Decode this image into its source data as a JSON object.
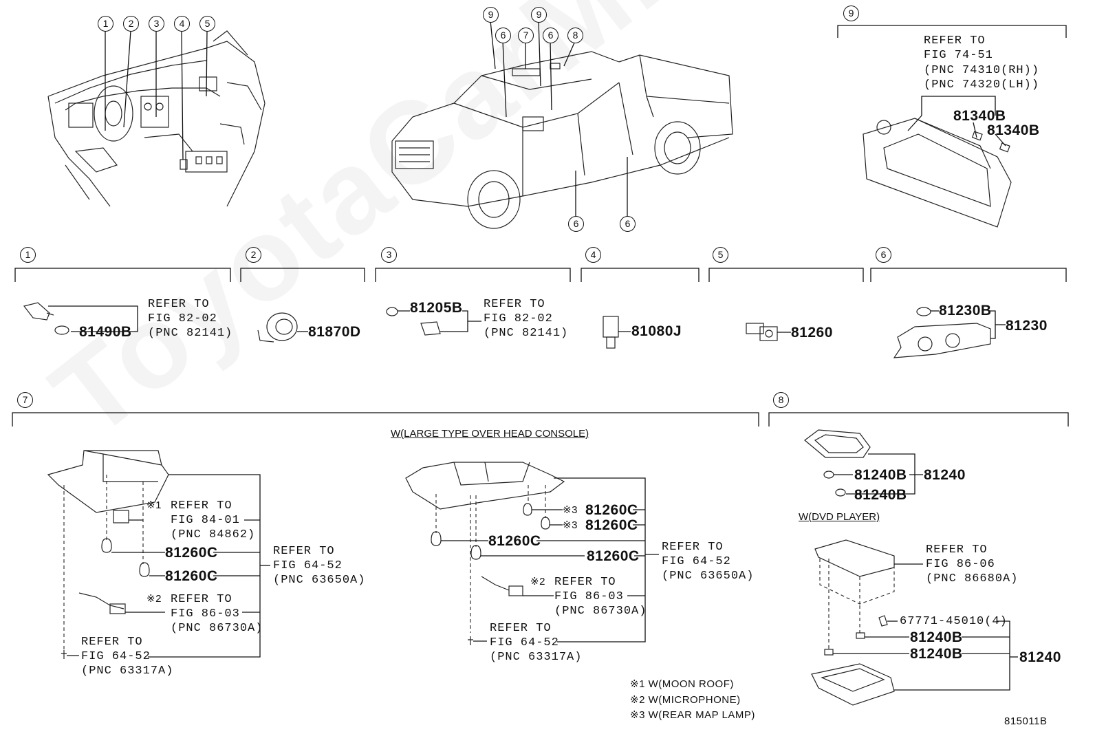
{
  "watermark": "ToyotaCarMiner.ru",
  "diagram_code": "815011B",
  "callouts": {
    "c1": "1",
    "c2": "2",
    "c3": "3",
    "c4": "4",
    "c5": "5",
    "c6": "6",
    "c7": "7",
    "c8": "8",
    "c9": "9"
  },
  "section9": {
    "ref_line1": "REFER TO",
    "ref_line2": "FIG 74-51",
    "ref_line3": "(PNC 74310(RH))",
    "ref_line4": "(PNC 74320(LH))",
    "part_a": "81340B",
    "part_b": "81340B"
  },
  "section1": {
    "ref1": "REFER TO",
    "ref2": "FIG 82-02",
    "ref3": "(PNC 82141)",
    "part": "81490B"
  },
  "section2": {
    "part": "81870D"
  },
  "section3": {
    "part": "81205B",
    "ref1": "REFER TO",
    "ref2": "FIG 82-02",
    "ref3": "(PNC 82141)"
  },
  "section4": {
    "part": "81080J"
  },
  "section5": {
    "part": "81260"
  },
  "section6": {
    "part_a": "81230B",
    "part_b": "81230"
  },
  "section7": {
    "left": {
      "note1_mark": "※1",
      "note1_ref1": "REFER TO",
      "note1_ref2": "FIG 84-01",
      "note1_ref3": "(PNC 84862)",
      "part_a": "81260C",
      "part_b": "81260C",
      "ref_a1": "REFER TO",
      "ref_a2": "FIG 64-52",
      "ref_a3": "(PNC 63650A)",
      "note2_mark": "※2",
      "note2_ref1": "REFER TO",
      "note2_ref2": "FIG 86-03",
      "note2_ref3": "(PNC 86730A)",
      "ref_b1": "REFER TO",
      "ref_b2": "FIG 64-52",
      "ref_b3": "(PNC 63317A)"
    },
    "right": {
      "condition": "W(LARGE TYPE OVER HEAD CONSOLE)",
      "note3_mark_a": "※3",
      "part_a": "81260C",
      "note3_mark_b": "※3",
      "part_b": "81260C",
      "part_c": "81260C",
      "part_d": "81260C",
      "ref_a1": "REFER TO",
      "ref_a2": "FIG 64-52",
      "ref_a3": "(PNC 63650A)",
      "note2_mark": "※2",
      "note2_ref1": "REFER TO",
      "note2_ref2": "FIG 86-03",
      "note2_ref3": "(PNC 86730A)",
      "ref_b1": "REFER TO",
      "ref_b2": "FIG 64-52",
      "ref_b3": "(PNC 63317A)"
    }
  },
  "section8": {
    "part_a": "81240B",
    "part_b": "81240B",
    "part_assy": "81240",
    "condition": "W(DVD PLAYER)",
    "ref1": "REFER TO",
    "ref2": "FIG 86-06",
    "ref3": "(PNC 86680A)",
    "bolt": "67771-45010(4)",
    "part_c": "81240B",
    "part_d": "81240B",
    "part_assy2": "81240"
  },
  "footnotes": {
    "n1": "※1 W(MOON ROOF)",
    "n2": "※2 W(MICROPHONE)",
    "n3": "※3 W(REAR MAP LAMP)"
  }
}
